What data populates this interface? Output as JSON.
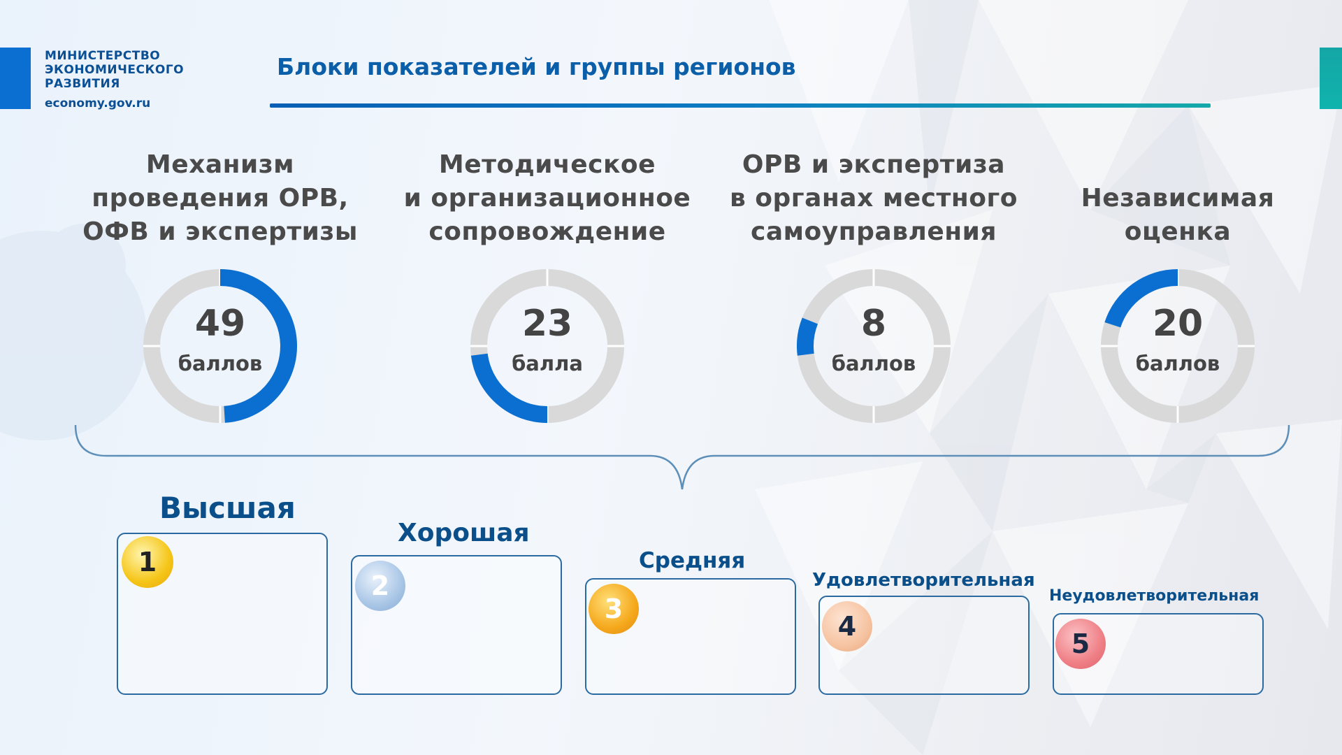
{
  "header": {
    "ministry_name": "МИНИСТЕРСТВО\nЭКОНОМИЧЕСКОГО\nРАЗВИТИЯ",
    "website": "economy.gov.ru",
    "title": "Блоки показателей и группы регионов"
  },
  "colors": {
    "accent_blue": "#0a6fd0",
    "ring_grey": "#d9d9d9",
    "teal": "#14a6a6"
  },
  "blocks": [
    {
      "title": "Механизм\nпроведения ОРВ,\nОФВ и экспертизы",
      "value": "49",
      "unit": "баллов",
      "share": 0.49,
      "start": 0.0
    },
    {
      "title": "Методическое\nи организационное\nсопровождение",
      "value": "23",
      "unit": "балла",
      "share": 0.23,
      "start": 0.5
    },
    {
      "title": "ОРВ и экспертиза\nв органах местного\nсамоуправления",
      "value": "8",
      "unit": "баллов",
      "share": 0.08,
      "start": 0.73
    },
    {
      "title": "Независимая\nоценка",
      "value": "20",
      "unit": "баллов",
      "share": 0.2,
      "start": 0.8
    }
  ],
  "groups": [
    {
      "label": "Высшая",
      "number": "1",
      "badge_color": "#f5c518"
    },
    {
      "label": "Хорошая",
      "number": "2",
      "badge_color": "#a9c6e6"
    },
    {
      "label": "Средняя",
      "number": "3",
      "badge_color": "#f5a81c"
    },
    {
      "label": "Удовлетворительная",
      "number": "4",
      "badge_color": "#f6c4a2"
    },
    {
      "label": "Неудовлетворительная",
      "number": "5",
      "badge_color": "#ef7f86"
    }
  ]
}
